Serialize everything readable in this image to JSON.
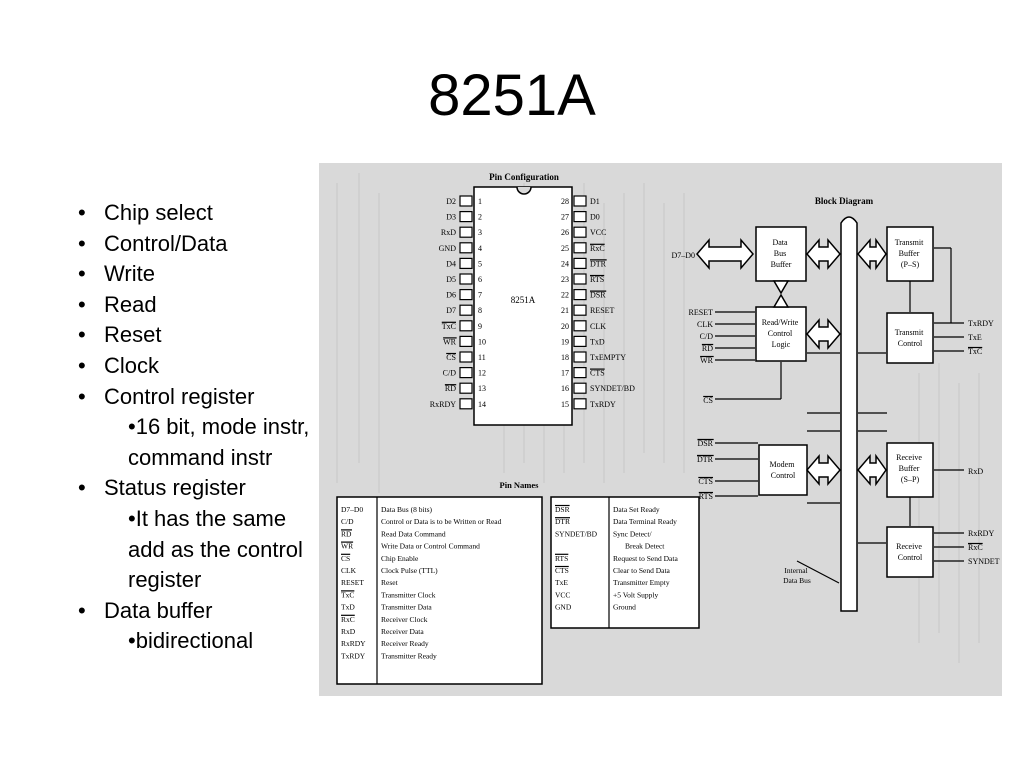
{
  "slide": {
    "title": "8251A"
  },
  "bullets": [
    {
      "text": "Chip select",
      "level": 1
    },
    {
      "text": "Control/Data",
      "level": 1
    },
    {
      "text": "Write",
      "level": 1
    },
    {
      "text": "Read",
      "level": 1
    },
    {
      "text": "Reset",
      "level": 1
    },
    {
      "text": "Clock",
      "level": 1
    },
    {
      "text": "Control register",
      "level": 1
    },
    {
      "text": "•16 bit, mode instr, command instr",
      "level": 2
    },
    {
      "text": "Status register",
      "level": 1
    },
    {
      "text": "•It has the same add as the control register",
      "level": 2
    },
    {
      "text": "Data buffer",
      "level": 1
    },
    {
      "text": "•bidirectional",
      "level": 2
    }
  ],
  "figure": {
    "pin_config_title": "Pin Configuration",
    "chip_label": "8251A",
    "left_pins": [
      {
        "num": "1",
        "name": "D2"
      },
      {
        "num": "2",
        "name": "D3"
      },
      {
        "num": "3",
        "name": "RxD"
      },
      {
        "num": "4",
        "name": "GND"
      },
      {
        "num": "5",
        "name": "D4"
      },
      {
        "num": "6",
        "name": "D5"
      },
      {
        "num": "7",
        "name": "D6"
      },
      {
        "num": "8",
        "name": "D7"
      },
      {
        "num": "9",
        "name": "TxC"
      },
      {
        "num": "10",
        "name": "WR"
      },
      {
        "num": "11",
        "name": "CS"
      },
      {
        "num": "12",
        "name": "C/D"
      },
      {
        "num": "13",
        "name": "RD"
      },
      {
        "num": "14",
        "name": "RxRDY"
      }
    ],
    "right_pins": [
      {
        "num": "28",
        "name": "D1"
      },
      {
        "num": "27",
        "name": "D0"
      },
      {
        "num": "26",
        "name": "VCC"
      },
      {
        "num": "25",
        "name": "RxC"
      },
      {
        "num": "24",
        "name": "DTR"
      },
      {
        "num": "23",
        "name": "RTS"
      },
      {
        "num": "22",
        "name": "DSR"
      },
      {
        "num": "21",
        "name": "RESET"
      },
      {
        "num": "20",
        "name": "CLK"
      },
      {
        "num": "19",
        "name": "TxD"
      },
      {
        "num": "18",
        "name": "TxEMPTY"
      },
      {
        "num": "17",
        "name": "CTS"
      },
      {
        "num": "16",
        "name": "SYNDET/BD"
      },
      {
        "num": "15",
        "name": "TxRDY"
      }
    ],
    "block_diagram_title": "Block Diagram",
    "blocks": {
      "data_bus_buffer": [
        "Data",
        "Bus",
        "Buffer"
      ],
      "rw_control": [
        "Read/Write",
        "Control",
        "Logic"
      ],
      "modem_control": [
        "Modem",
        "Control"
      ],
      "transmit_buffer": [
        "Transmit",
        "Buffer",
        "(P–S)"
      ],
      "transmit_control": [
        "Transmit",
        "Control"
      ],
      "receive_buffer": [
        "Receive",
        "Buffer",
        "(S–P)"
      ],
      "receive_control": [
        "Receive",
        "Control"
      ]
    },
    "bus_input_label": "D7–D0",
    "rw_inputs": [
      "RESET",
      "CLK",
      "C/D",
      "RD",
      "WR"
    ],
    "cs_label": "CS",
    "modem_inputs": [
      "DSR",
      "DTR",
      "CTS",
      "RTS"
    ],
    "tx_outputs": [
      "TxRDY",
      "TxE",
      "TxC"
    ],
    "rxd_label": "RxD",
    "rx_outputs": [
      "RxRDY",
      "RxC",
      "SYNDET"
    ],
    "internal_bus_label": [
      "Internal",
      "Data Bus"
    ],
    "pin_names_title": "Pin Names",
    "pin_names_left": [
      {
        "pin": "D7–D0",
        "desc": "Data Bus (8 bits)"
      },
      {
        "pin": "C/D",
        "desc": "Control or Data is to be Written or Read"
      },
      {
        "pin": "RD",
        "desc": "Read Data Command"
      },
      {
        "pin": "WR",
        "desc": "Write Data or Control Command"
      },
      {
        "pin": "CS",
        "desc": "Chip Enable"
      },
      {
        "pin": "CLK",
        "desc": "Clock Pulse (TTL)"
      },
      {
        "pin": "RESET",
        "desc": "Reset"
      },
      {
        "pin": "TxC",
        "desc": "Transmitter Clock"
      },
      {
        "pin": "TxD",
        "desc": "Transmitter Data"
      },
      {
        "pin": "RxC",
        "desc": "Receiver Clock"
      },
      {
        "pin": "RxD",
        "desc": "Receiver Data"
      },
      {
        "pin": "RxRDY",
        "desc": "Receiver Ready"
      },
      {
        "pin": "TxRDY",
        "desc": "Transmitter Ready"
      }
    ],
    "pin_names_right": [
      {
        "pin": "DSR",
        "desc": "Data Set Ready"
      },
      {
        "pin": "DTR",
        "desc": "Data Terminal Ready"
      },
      {
        "pin": "SYNDET/BD",
        "desc": "Sync Detect/"
      },
      {
        "pin": "",
        "desc": "Break Detect"
      },
      {
        "pin": "RTS",
        "desc": "Request to Send Data"
      },
      {
        "pin": "CTS",
        "desc": "Clear to Send Data"
      },
      {
        "pin": "TxE",
        "desc": "Transmitter Empty"
      },
      {
        "pin": "VCC",
        "desc": "+5 Volt Supply"
      },
      {
        "pin": "GND",
        "desc": "Ground"
      }
    ]
  }
}
